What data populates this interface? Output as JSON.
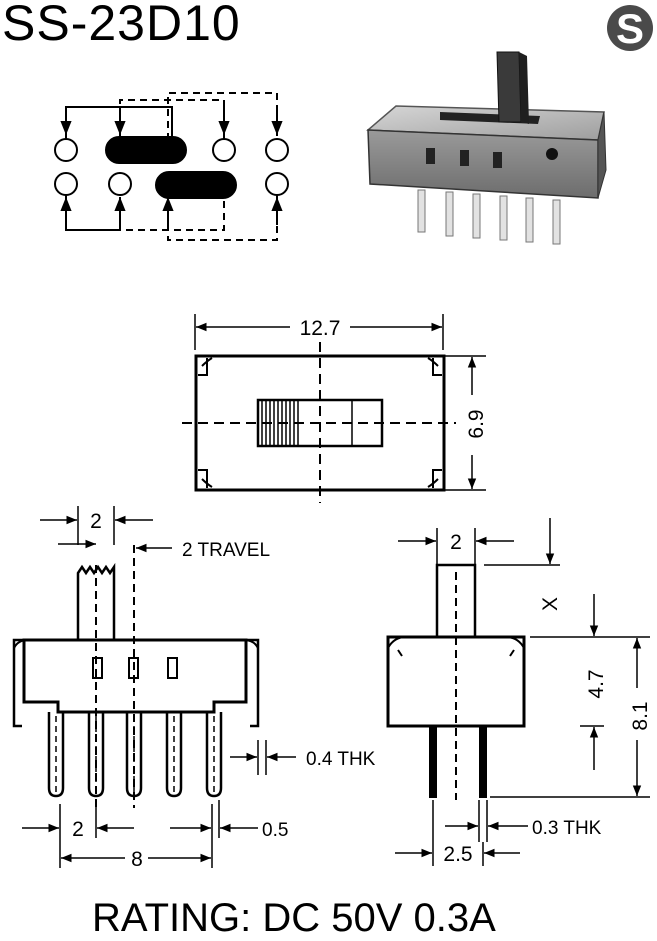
{
  "header": {
    "model": "SS-23D10",
    "logo_letter": "S"
  },
  "top_view": {
    "width_label": "12.7",
    "height_label": "6.9"
  },
  "front_view": {
    "actuator_width_label": "2",
    "travel_label": "2 TRAVEL",
    "pin_thickness_label": "0.4 THK",
    "pin_pitch_label": "2",
    "pin_width_label": "0.5",
    "pin_span_label": "8"
  },
  "side_view": {
    "actuator_width_label": "2",
    "actuator_height_label": "X",
    "body_height_label": "4.7",
    "total_height_label": "8.1",
    "pin_thickness_label": "0.3 THK",
    "pin_spacing_label": "2.5"
  },
  "footer": {
    "rating": "RATING: DC 50V 0.3A"
  }
}
